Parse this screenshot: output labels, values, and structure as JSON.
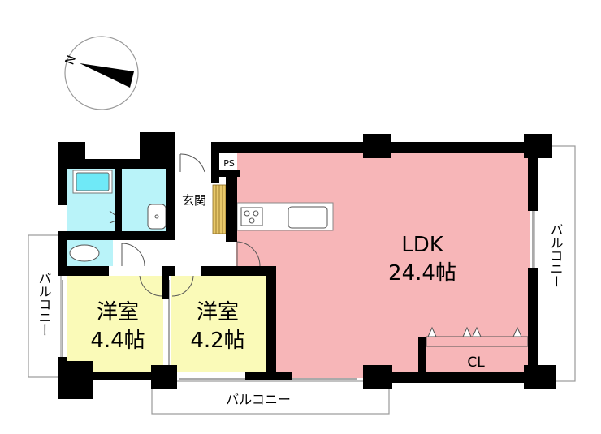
{
  "compass": {
    "label": "N"
  },
  "rooms": {
    "ldk": {
      "name": "LDK",
      "size": "24.4帖"
    },
    "bedroom1": {
      "name": "洋室",
      "size": "4.4帖"
    },
    "bedroom2": {
      "name": "洋室",
      "size": "4.2帖"
    },
    "closet": {
      "name": "CL"
    },
    "entrance": {
      "name": "玄関"
    },
    "pipe_space": {
      "name": "PS"
    }
  },
  "balconies": {
    "left": "バルコニー",
    "bottom": "バルコニー",
    "right": "バルコニー"
  },
  "colors": {
    "ldk": "#f7b6b8",
    "bedroom": "#fafab8",
    "wet": "#b9f3f9",
    "wood": "#e8c86a",
    "wall": "#000000"
  }
}
